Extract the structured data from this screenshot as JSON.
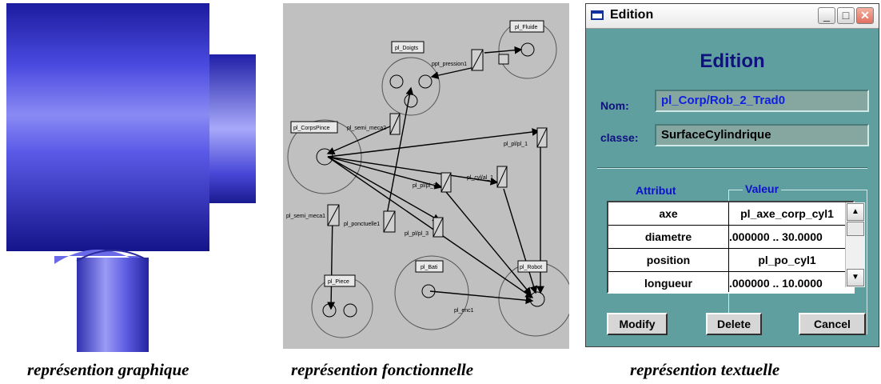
{
  "captions": {
    "graphic": "représention graphique",
    "functional": "représention fonctionnelle",
    "textual": "représention textuelle"
  },
  "functional_labels": {
    "fluide": "pl_Fluide",
    "doigts": "pl_Doigts",
    "pression": "ppt_pression1",
    "corps": "pl_CorpsPince",
    "semi_meca2": "pl_semi_meca2",
    "pl_pl_1": "pl_pl/pl_1",
    "pl_pl_2": "pl_pl/pl_2",
    "cyl": "pl_cyl/al_1",
    "semi_meca1": "pl_semi_meca1",
    "ponctuelle": "pl_ponctuelle1",
    "pl_pl_3": "pl_pl/pl_3",
    "bati": "pl_Bati",
    "robot": "pl_Robot",
    "piece": "pl_Piece",
    "enc": "pl_enc1"
  },
  "window": {
    "title": "Edition",
    "heading": "Edition",
    "nom_label": "Nom:",
    "nom_value": "pl_Corp/Rob_2_Trad0",
    "classe_label": "classe:",
    "classe_value": "SurfaceCylindrique",
    "col_attribut": "Attribut",
    "col_valeur": "Valeur",
    "rows": [
      {
        "attr": "axe",
        "val": "pl_axe_corp_cyl1"
      },
      {
        "attr": "diametre",
        "val": ".000000 .. 30.0000"
      },
      {
        "attr": "position",
        "val": "pl_po_cyl1"
      },
      {
        "attr": "longueur",
        "val": ".000000 .. 10.0000"
      }
    ],
    "buttons": {
      "modify": "Modify",
      "delete": "Delete",
      "cancel": "Cancel"
    },
    "icons": {
      "minimize": "minimize-icon",
      "maximize": "maximize-icon",
      "close": "close-icon"
    }
  },
  "colors": {
    "window_bg": "#5f9f9f",
    "heading": "#101080",
    "nom_text": "#1020e0",
    "object_blue": "#3c38c8"
  }
}
